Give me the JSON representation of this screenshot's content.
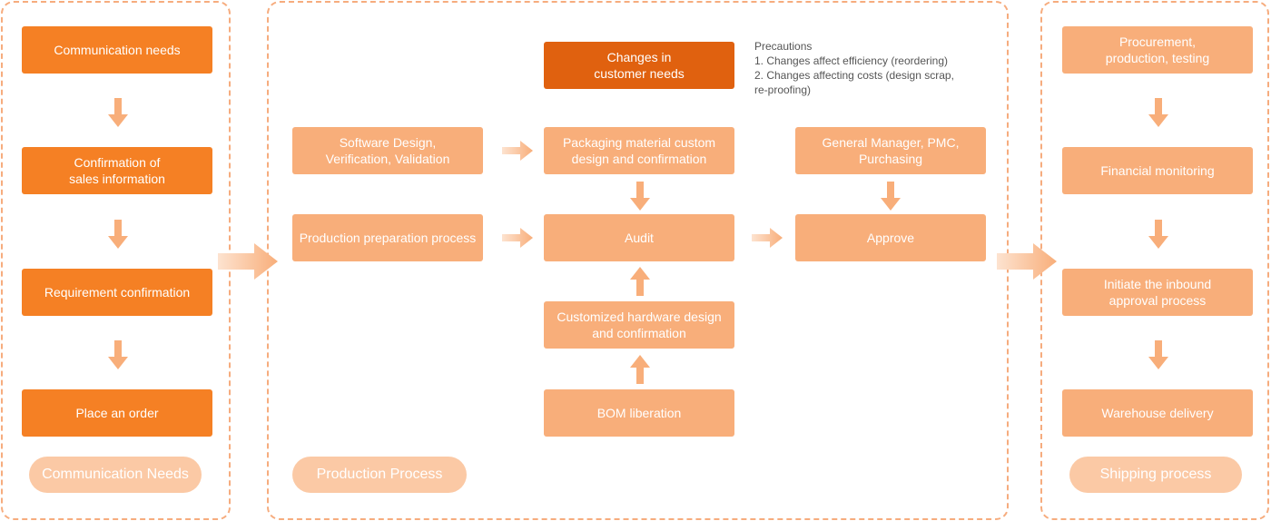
{
  "communication": {
    "steps": [
      "Communication needs",
      "Confirmation of\nsales information",
      "Requirement confirmation",
      "Place an order"
    ],
    "label": "Communication Needs"
  },
  "production": {
    "changes": "Changes in\ncustomer needs",
    "precautions": {
      "title": "Precautions",
      "line1": "1. Changes affect efficiency (reordering)",
      "line2": "2. Changes affecting costs (design scrap,",
      "line3": "re-proofing)"
    },
    "software": "Software Design,\nVerification, Validation",
    "prep": "Production preparation process",
    "packaging": "Packaging material custom\ndesign and confirmation",
    "audit": "Audit",
    "hardware": "Customized hardware design\nand confirmation",
    "bom": "BOM liberation",
    "gm": "General Manager, PMC,\nPurchasing",
    "approve": "Approve",
    "label": "Production Process"
  },
  "shipping": {
    "steps": [
      "Procurement,\nproduction, testing",
      "Financial monitoring",
      "Initiate the inbound\napproval process",
      "Warehouse delivery"
    ],
    "label": "Shipping process"
  },
  "colors": {
    "dark": "#f58024",
    "darker": "#e0610f",
    "light": "#f8ae7a",
    "pill": "#fbc9a5",
    "border": "#f6ac7e"
  }
}
